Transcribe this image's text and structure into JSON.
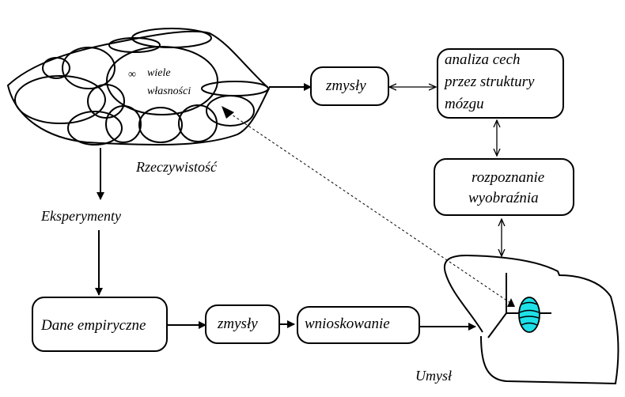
{
  "diagram": {
    "reality": {
      "label": "Rzeczywistość",
      "inner_text_line1": "wiele",
      "inner_text_line2": "własności",
      "infinity_symbol": "∞"
    },
    "nodes": {
      "senses_top": "zmysły",
      "feature_analysis": [
        "analiza cech",
        "przez struktury",
        "mózgu"
      ],
      "recognition": [
        "rozpoznanie",
        "wyobraźnia"
      ],
      "experiments": "Eksperymenty",
      "empirical_data": "Dane empiryczne",
      "senses_bottom": "zmysły",
      "inference": "wnioskowanie",
      "mind": "Umysł"
    },
    "colors": {
      "stroke": "#000000",
      "mind_object_fill": "#1ee0e8"
    },
    "edges": [
      {
        "from": "reality",
        "to": "senses_top",
        "type": "arrow"
      },
      {
        "from": "senses_top",
        "to": "feature_analysis",
        "type": "bidirectional"
      },
      {
        "from": "feature_analysis",
        "to": "recognition",
        "type": "bidirectional"
      },
      {
        "from": "recognition",
        "to": "mind",
        "type": "bidirectional"
      },
      {
        "from": "reality",
        "to": "experiments",
        "type": "arrow"
      },
      {
        "from": "experiments",
        "to": "empirical_data",
        "type": "arrow"
      },
      {
        "from": "empirical_data",
        "to": "senses_bottom",
        "type": "arrow"
      },
      {
        "from": "senses_bottom",
        "to": "inference",
        "type": "arrow"
      },
      {
        "from": "inference",
        "to": "mind",
        "type": "arrow"
      },
      {
        "from": "mind",
        "to": "reality",
        "type": "dashed-arrow"
      }
    ]
  }
}
